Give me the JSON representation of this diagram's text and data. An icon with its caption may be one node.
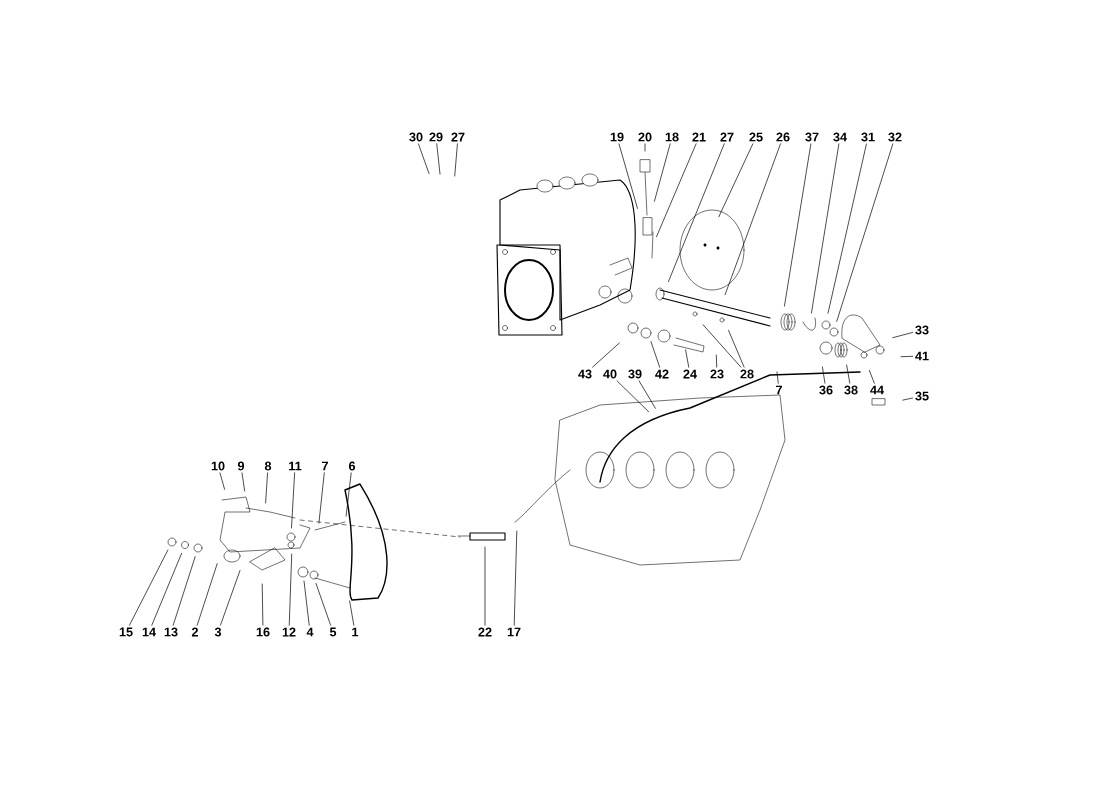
{
  "diagram": {
    "nodes": [
      {
        "text": [
          "30"
        ]
      },
      {
        "text": [
          "29"
        ]
      },
      {
        "text": [
          "27"
        ]
      },
      {
        "text": [
          "19"
        ]
      },
      {
        "text": [
          "20"
        ]
      },
      {
        "text": [
          "18"
        ]
      },
      {
        "text": [
          "21"
        ]
      },
      {
        "text": [
          "27"
        ]
      },
      {
        "text": [
          "25"
        ]
      },
      {
        "text": [
          "26"
        ]
      },
      {
        "text": [
          "37"
        ]
      },
      {
        "text": [
          "34"
        ]
      },
      {
        "text": [
          "31"
        ]
      },
      {
        "text": [
          "32"
        ]
      },
      {
        "text": [
          "33"
        ]
      },
      {
        "text": [
          "41"
        ]
      },
      {
        "text": [
          "35"
        ]
      },
      {
        "text": [
          "43"
        ]
      },
      {
        "text": [
          "40"
        ]
      },
      {
        "text": [
          "39"
        ]
      },
      {
        "text": [
          "42"
        ]
      },
      {
        "text": [
          "24"
        ]
      },
      {
        "text": [
          "23"
        ]
      },
      {
        "text": [
          "28"
        ]
      },
      {
        "text": [
          "7"
        ]
      },
      {
        "text": [
          "36"
        ]
      },
      {
        "text": [
          "38"
        ]
      },
      {
        "text": [
          "44"
        ]
      },
      {
        "text": [
          "10"
        ]
      },
      {
        "text": [
          "9"
        ]
      },
      {
        "text": [
          "8"
        ]
      },
      {
        "text": [
          "11"
        ]
      },
      {
        "text": [
          "7"
        ]
      },
      {
        "text": [
          "6"
        ]
      },
      {
        "text": [
          "15"
        ]
      },
      {
        "text": [
          "14"
        ]
      },
      {
        "text": [
          "13"
        ]
      },
      {
        "text": [
          "2"
        ]
      },
      {
        "text": [
          "3"
        ]
      },
      {
        "text": [
          "16"
        ]
      },
      {
        "text": [
          "12"
        ]
      },
      {
        "text": [
          "4"
        ]
      },
      {
        "text": [
          "5"
        ]
      },
      {
        "text": [
          "1"
        ]
      },
      {
        "text": [
          "22"
        ]
      },
      {
        "text": [
          "17"
        ]
      }
    ],
    "edges": [
      {
        "from": 0,
        "to": null,
        "arrow": "none"
      },
      {
        "from": 1,
        "to": null,
        "arrow": "none"
      },
      {
        "from": 2,
        "to": null,
        "arrow": "none"
      },
      {
        "from": 3,
        "to": null,
        "arrow": "none"
      },
      {
        "from": 4,
        "to": null,
        "arrow": "none"
      },
      {
        "from": 5,
        "to": null,
        "arrow": "none"
      },
      {
        "from": 6,
        "to": null,
        "arrow": "none"
      },
      {
        "from": 7,
        "to": null,
        "arrow": "none"
      },
      {
        "from": 8,
        "to": null,
        "arrow": "none"
      },
      {
        "from": 9,
        "to": null,
        "arrow": "none"
      },
      {
        "from": 10,
        "to": null,
        "arrow": "none"
      },
      {
        "from": 11,
        "to": null,
        "arrow": "none"
      },
      {
        "from": 12,
        "to": null,
        "arrow": "none"
      },
      {
        "from": 13,
        "to": null,
        "arrow": "none"
      },
      {
        "from": 14,
        "to": null,
        "arrow": "none"
      },
      {
        "from": 15,
        "to": null,
        "arrow": "none"
      },
      {
        "from": 16,
        "to": null,
        "arrow": "none"
      },
      {
        "from": 17,
        "to": null,
        "arrow": "none"
      },
      {
        "from": 18,
        "to": null,
        "arrow": "none"
      },
      {
        "from": 19,
        "to": null,
        "arrow": "none"
      },
      {
        "from": 20,
        "to": null,
        "arrow": "none"
      },
      {
        "from": 21,
        "to": null,
        "arrow": "none"
      },
      {
        "from": 22,
        "to": null,
        "arrow": "none"
      },
      {
        "from": 23,
        "to": null,
        "arrow": "none"
      },
      {
        "from": 23,
        "to": null,
        "arrow": "none"
      },
      {
        "from": 24,
        "to": null,
        "arrow": "none"
      },
      {
        "from": 25,
        "to": null,
        "arrow": "none"
      },
      {
        "from": 26,
        "to": null,
        "arrow": "none"
      },
      {
        "from": 27,
        "to": null,
        "arrow": "none"
      },
      {
        "from": 28,
        "to": null,
        "arrow": "none"
      },
      {
        "from": 29,
        "to": null,
        "arrow": "none"
      },
      {
        "from": 30,
        "to": null,
        "arrow": "none"
      },
      {
        "from": 31,
        "to": null,
        "arrow": "none"
      },
      {
        "from": 32,
        "to": null,
        "arrow": "none"
      },
      {
        "from": 33,
        "to": null,
        "arrow": "none"
      },
      {
        "from": 34,
        "to": null,
        "arrow": "none"
      },
      {
        "from": 35,
        "to": null,
        "arrow": "none"
      },
      {
        "from": 36,
        "to": null,
        "arrow": "none"
      },
      {
        "from": 37,
        "to": null,
        "arrow": "none"
      },
      {
        "from": 38,
        "to": null,
        "arrow": "none"
      },
      {
        "from": 39,
        "to": null,
        "arrow": "none"
      },
      {
        "from": 40,
        "to": null,
        "arrow": "none"
      },
      {
        "from": 41,
        "to": null,
        "arrow": "none"
      },
      {
        "from": 42,
        "to": null,
        "arrow": "none"
      },
      {
        "from": 43,
        "to": null,
        "arrow": "none"
      },
      {
        "from": 44,
        "to": null,
        "arrow": "none"
      },
      {
        "from": 45,
        "to": null,
        "arrow": "none"
      }
    ]
  }
}
